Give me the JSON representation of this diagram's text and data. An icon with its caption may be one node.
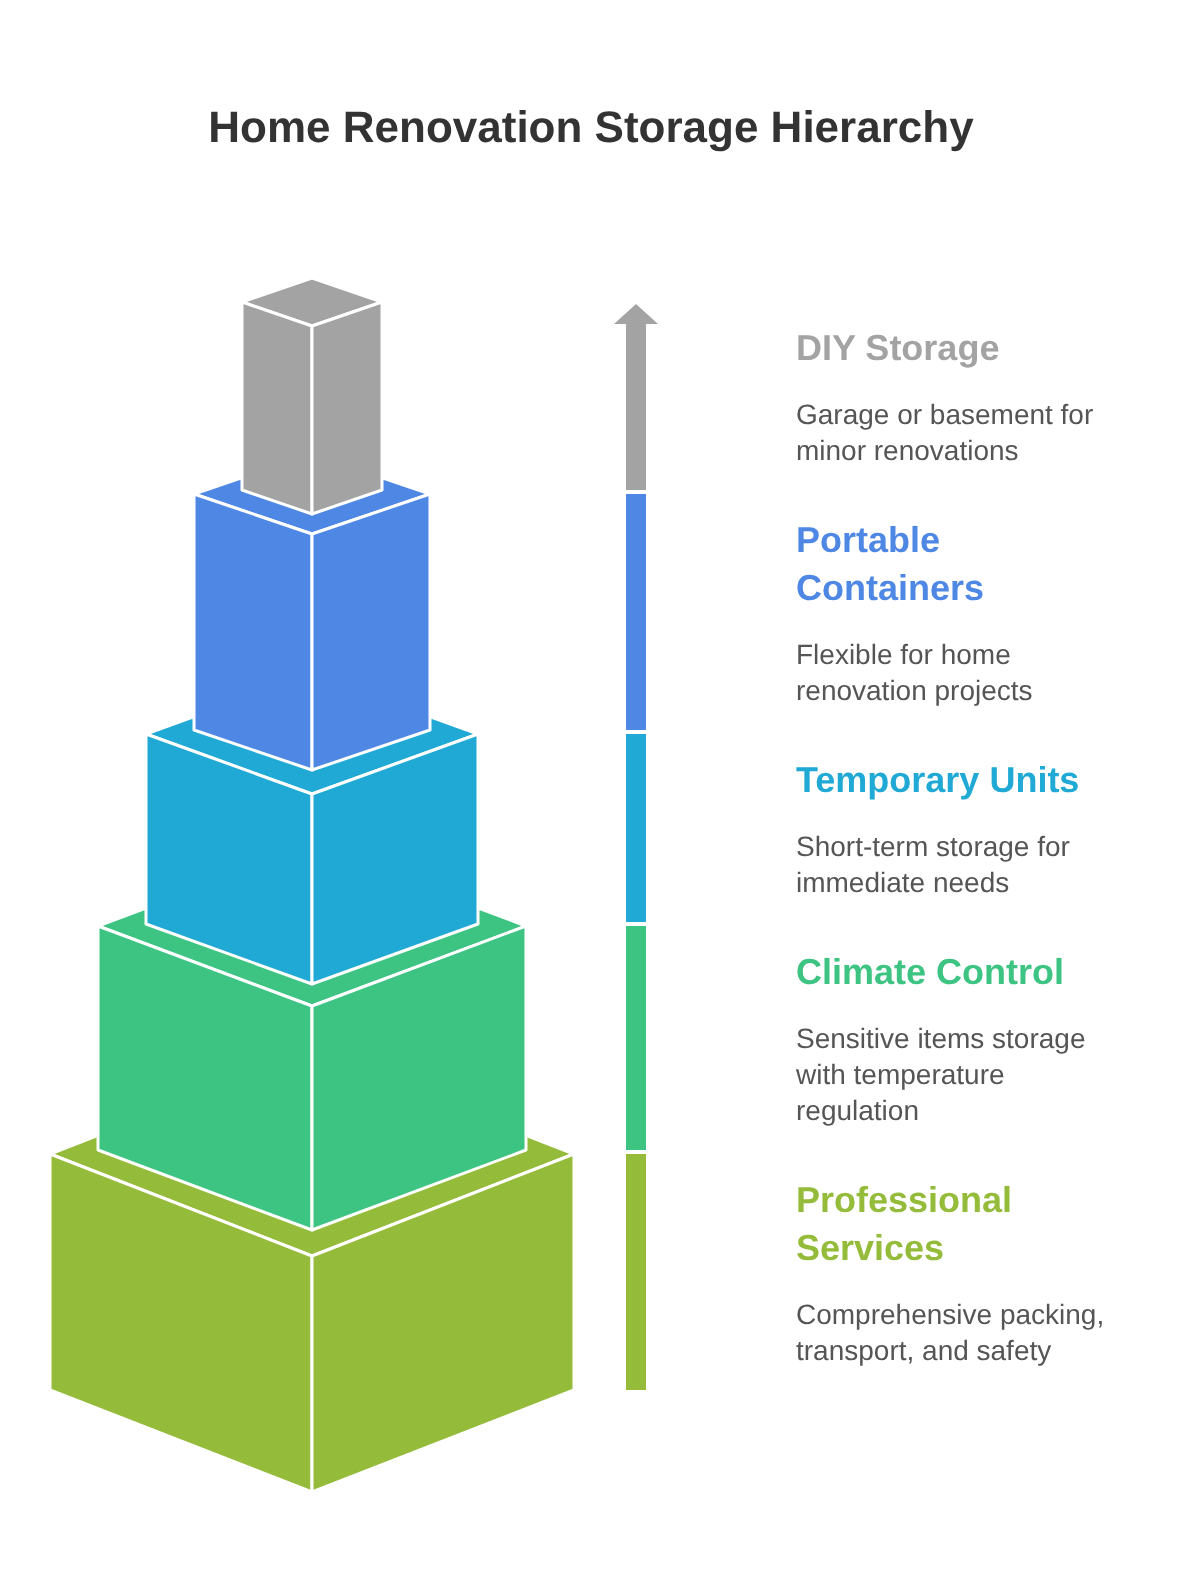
{
  "diagram": {
    "title": "Home Renovation Storage Hierarchy",
    "nodes": [
      {
        "text": [
          "DIY Storage",
          "Garage or basement for minor renovations"
        ]
      },
      {
        "text": [
          "Portable Containers",
          "Flexible for home renovation projects"
        ]
      },
      {
        "text": [
          "Temporary Units",
          "Short-term storage for immediate needs"
        ]
      },
      {
        "text": [
          "Climate Control",
          "Sensitive items storage with temperature regulation"
        ]
      },
      {
        "text": [
          "Professional Services",
          "Comprehensive packing, transport, and safety"
        ]
      }
    ]
  }
}
